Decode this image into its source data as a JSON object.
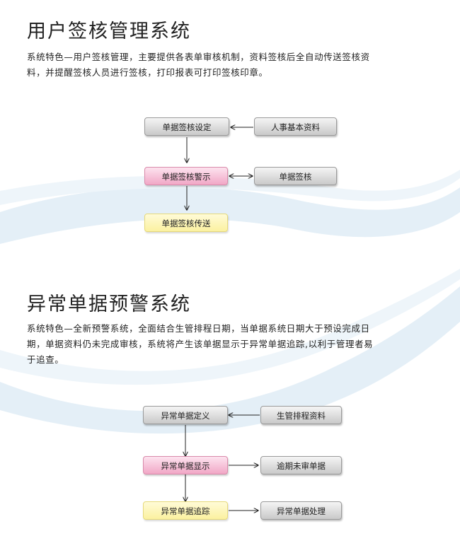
{
  "section1": {
    "title": "用户签核管理系统",
    "desc_line1": "系统特色—用户签核管理，主要提供各表单审核机制，资料签核后全自动传送签核资",
    "desc_line2": "料，并提醒签核人员进行签核，打印报表可打印签核印章。",
    "nodes": {
      "setting": "单据签核设定",
      "personnel": "人事基本资料",
      "alert": "单据签核警示",
      "signoff": "单据签核",
      "transfer": "单据签核传送"
    }
  },
  "section2": {
    "title": "异常单据预警系统",
    "desc_line1": "系统特色—全新预警系统，全面结合生管排程日期，当单据系统日期大于预设完成日",
    "desc_line2": "期，单据资料仍未完成审核，系统将产生该单据显示于异常单据追踪,以利于管理者易",
    "desc_line3": "于追查。",
    "nodes": {
      "definition": "异常单据定义",
      "schedule": "生管排程资料",
      "display": "异常单据显示",
      "overdue": "逾期未审单据",
      "tracking": "异常单据追踪",
      "handling": "异常单据处理"
    }
  },
  "colors": {
    "gray_box": "#c9c9c9",
    "pink_box": "#f1a7c6",
    "yellow_box": "#fbf1a0",
    "wave": "#dbe9f4"
  }
}
